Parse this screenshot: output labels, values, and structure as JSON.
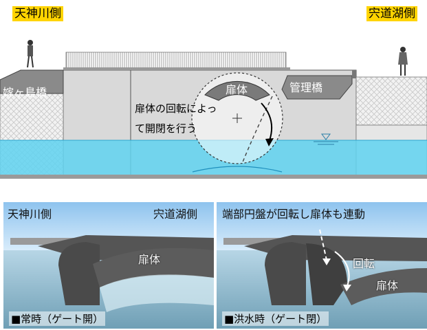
{
  "top": {
    "left_side_label": "天神川側",
    "right_side_label": "宍道湖側",
    "bridge_left": "嫁ヶ島橋",
    "bridge_right": "管理橋",
    "gate_label": "扉体",
    "rotation_note_line1": "扉体の回転によっ",
    "rotation_note_line2": "て開閉を行う"
  },
  "panel_left": {
    "left_label": "天神川側",
    "right_label": "宍道湖側",
    "gate_label": "扉体",
    "caption": "■常時（ゲート開）"
  },
  "panel_right": {
    "title": "端部円盤が回転し扉体も連動",
    "rotation_label": "回転",
    "gate_label": "扉体",
    "caption": "■洪水時（ゲート閉）"
  },
  "colors": {
    "highlight": "#ffd400",
    "water": "#5fd2f0",
    "structure": "#d9d9d9",
    "gate": "#7a7a7a"
  }
}
